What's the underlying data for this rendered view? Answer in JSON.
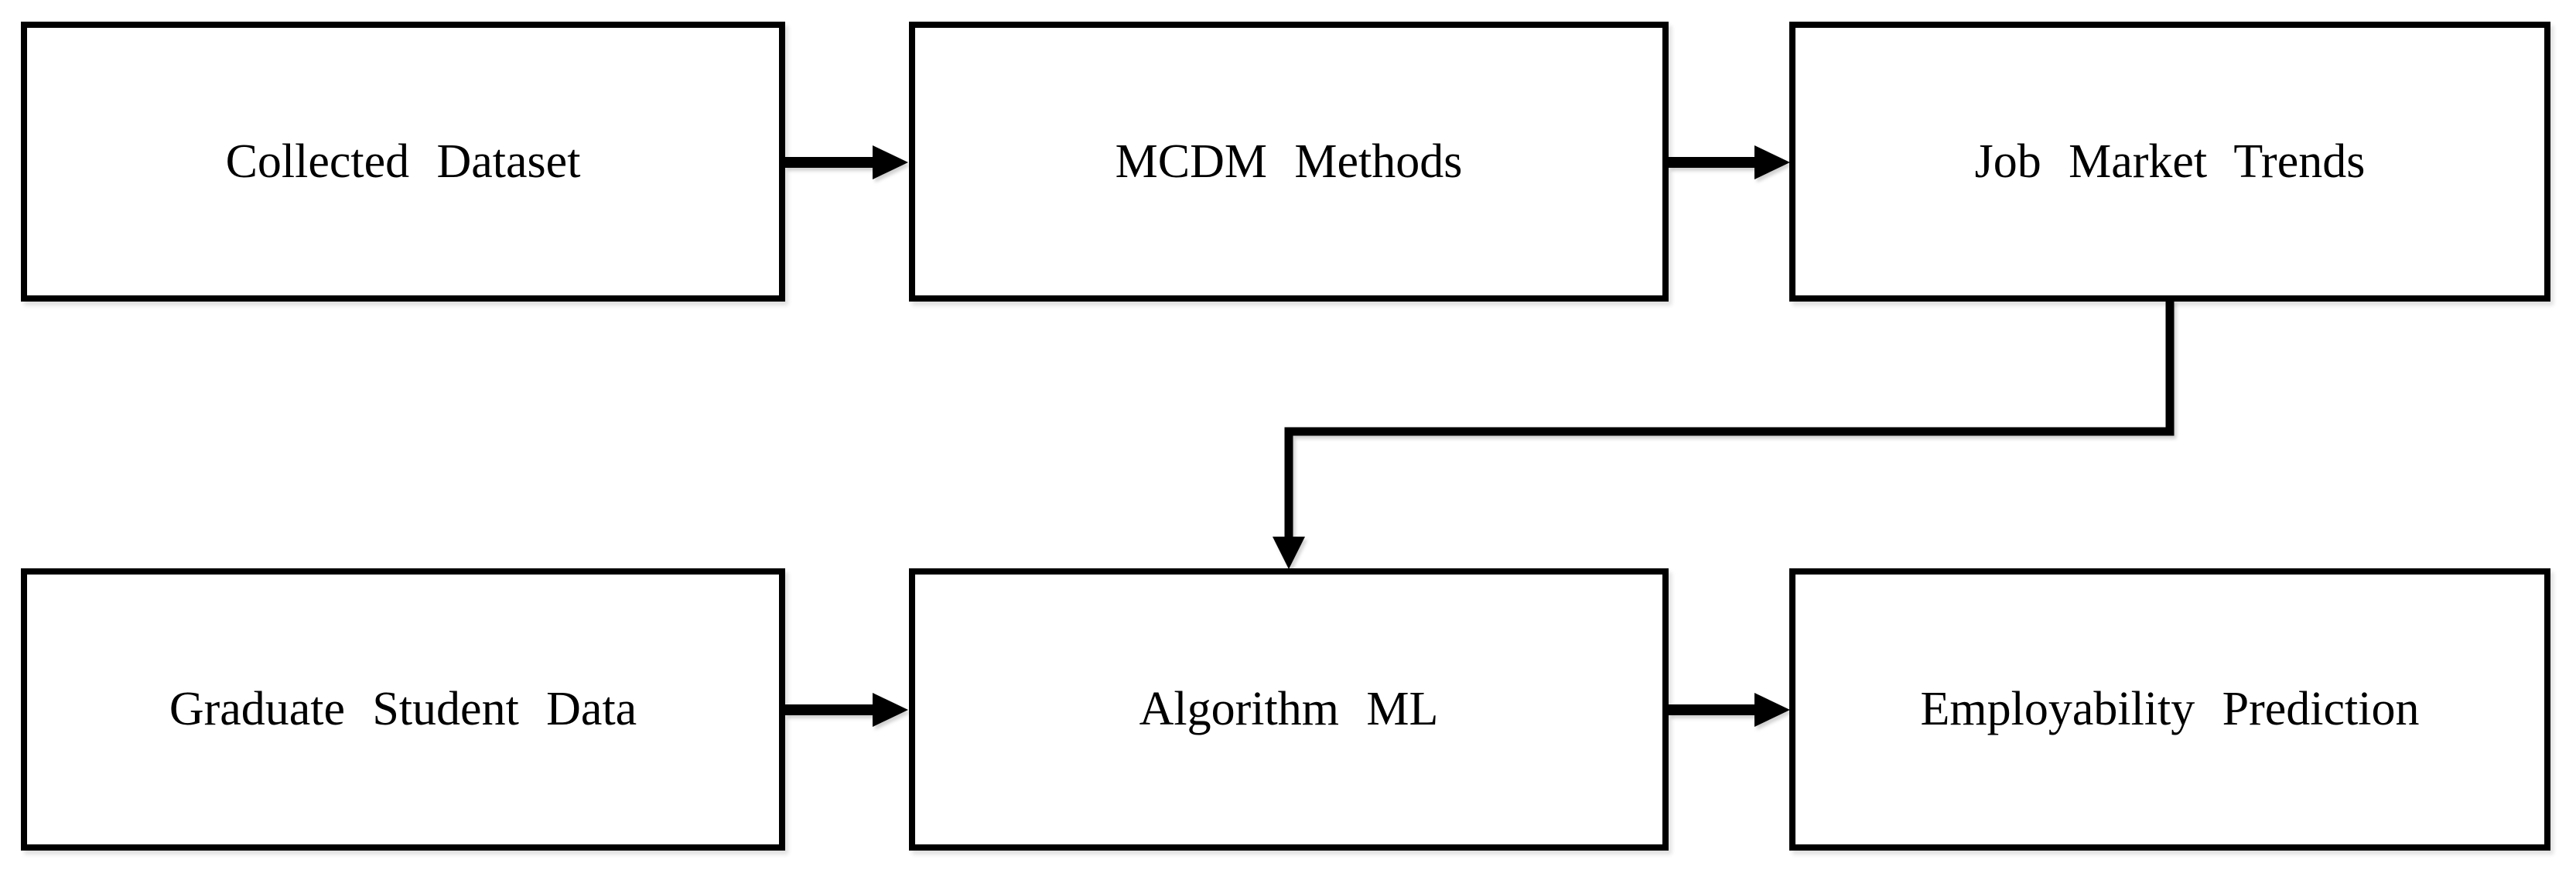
{
  "diagram": {
    "background_color": "#ffffff",
    "box_fill_color": "#ffffff",
    "box_border_color": "#000000",
    "text_color": "#000000",
    "connector_color": "#000000",
    "nodes": [
      {
        "id": "collected-dataset",
        "label": "Collected Dataset",
        "row": 1,
        "col": 1
      },
      {
        "id": "mcdm-methods",
        "label": "MCDM Methods",
        "row": 1,
        "col": 2
      },
      {
        "id": "job-market-trends",
        "label": "Job Market Trends",
        "row": 1,
        "col": 3
      },
      {
        "id": "graduate-student-data",
        "label": "Graduate Student Data",
        "row": 2,
        "col": 1
      },
      {
        "id": "algorithm-ml",
        "label": "Algorithm ML",
        "row": 2,
        "col": 2
      },
      {
        "id": "employability-prediction",
        "label": "Employability Prediction",
        "row": 2,
        "col": 3
      }
    ],
    "edges": [
      {
        "from": "collected-dataset",
        "to": "mcdm-methods",
        "style": "straight-arrow-right"
      },
      {
        "from": "mcdm-methods",
        "to": "job-market-trends",
        "style": "straight-arrow-right"
      },
      {
        "from": "job-market-trends",
        "to": "algorithm-ml",
        "style": "elbow-down-left-down-arrow"
      },
      {
        "from": "graduate-student-data",
        "to": "algorithm-ml",
        "style": "straight-arrow-right"
      },
      {
        "from": "algorithm-ml",
        "to": "employability-prediction",
        "style": "straight-arrow-right"
      }
    ]
  }
}
